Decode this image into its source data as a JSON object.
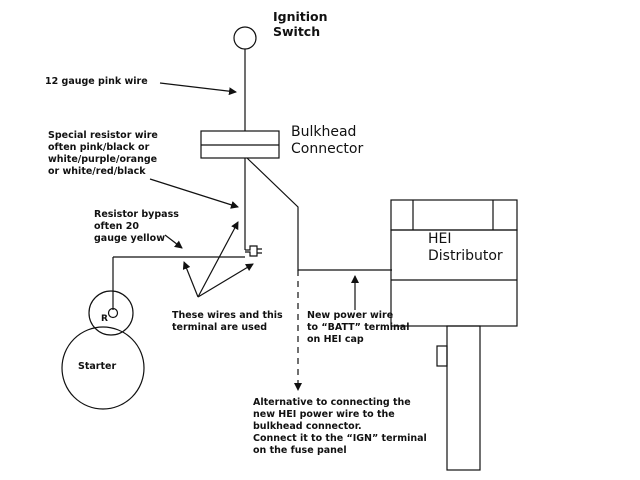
{
  "labels": {
    "ignition_switch": [
      "Ignition",
      "Switch"
    ],
    "pink_wire": "12 gauge pink wire",
    "bulkhead": [
      "Bulkhead",
      "Connector"
    ],
    "resistor_wire": [
      "Special resistor wire",
      "often pink/black or",
      "white/purple/orange",
      "or white/red/black"
    ],
    "bypass": [
      "Resistor bypass",
      "often 20",
      "gauge yellow"
    ],
    "hei_distributor": [
      "HEI",
      "Distributor"
    ],
    "wires_used": [
      "These wires and this",
      "terminal are used"
    ],
    "new_power_wire": [
      "New power wire",
      "to “BATT” terminal",
      "on HEI cap"
    ],
    "starter": "Starter",
    "starter_terminal": "R",
    "alternative": [
      "Alternative to connecting the",
      "new HEI power wire to the",
      "bulkhead connector.",
      "Connect it to the “IGN” terminal",
      "on the fuse panel"
    ]
  }
}
